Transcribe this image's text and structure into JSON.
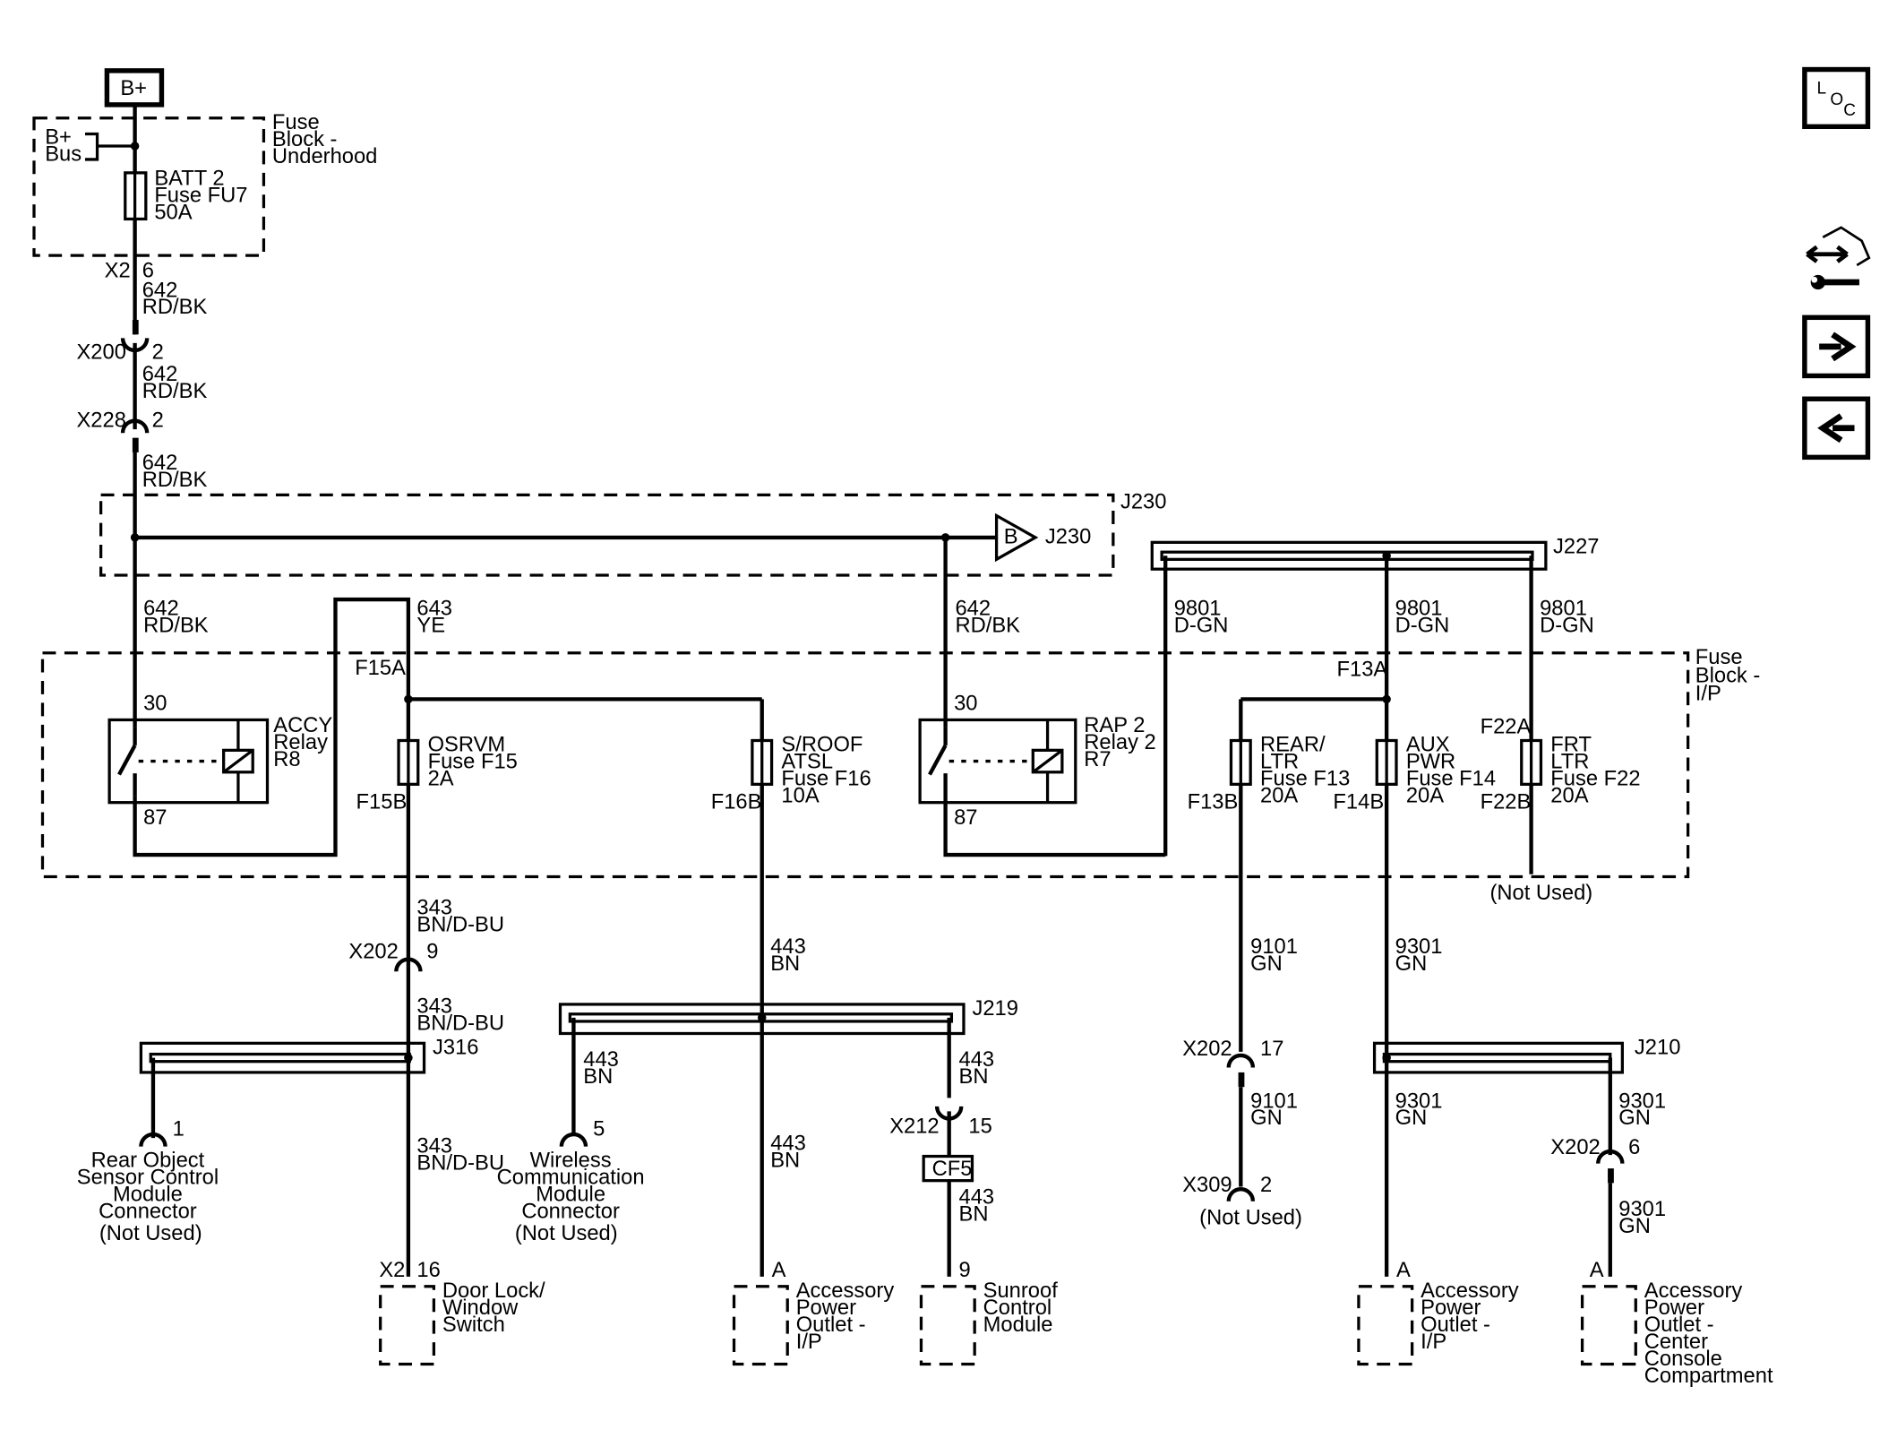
{
  "power": {
    "source": "B+",
    "bus_label": [
      "B+",
      "Bus"
    ]
  },
  "fuse_block_underhood": {
    "label": [
      "Fuse",
      "Block -",
      "Underhood"
    ]
  },
  "fuse_batt2": {
    "text": [
      "BATT 2",
      "Fuse FU7",
      "50A"
    ]
  },
  "connector_x2_top": {
    "name": "X2",
    "pin": "6"
  },
  "wire_642": [
    "642",
    "RD/BK"
  ],
  "connector_x200": {
    "name": "X200",
    "pin": "2"
  },
  "connector_x228": {
    "name": "X228",
    "pin": "2"
  },
  "splice_j230": {
    "name": "J230",
    "tag": "B",
    "ref": "J230"
  },
  "splice_j227": {
    "name": "J227"
  },
  "wire_643": [
    "643",
    "YE"
  ],
  "wire_9801": [
    "9801",
    "D-GN"
  ],
  "fuse_block_ip": {
    "label": [
      "Fuse",
      "Block -",
      "I/P"
    ]
  },
  "relay_accy": {
    "text": [
      "ACCY",
      "Relay",
      "R8"
    ],
    "pin_in": "30",
    "pin_out": "87"
  },
  "relay_rap2": {
    "text": [
      "RAP 2",
      "Relay 2",
      "R7"
    ],
    "pin_in": "30",
    "pin_out": "87"
  },
  "fuse_f15": {
    "top": "F15A",
    "bottom": "F15B",
    "text": [
      "OSRVM",
      "Fuse F15",
      "2A"
    ]
  },
  "fuse_f16": {
    "bottom": "F16B",
    "text": [
      "S/ROOF",
      "ATSL",
      "Fuse F16",
      "10A"
    ]
  },
  "fuse_f13": {
    "top": "F13A",
    "bottom": "F13B",
    "text": [
      "REAR/",
      "LTR",
      "Fuse F13",
      "20A"
    ]
  },
  "fuse_f14": {
    "bottom": "F14B",
    "text": [
      "AUX",
      "PWR",
      "Fuse F14",
      "20A"
    ]
  },
  "fuse_f22": {
    "top": "F22A",
    "bottom": "F22B",
    "text": [
      "FRT",
      "LTR",
      "Fuse F22",
      "20A"
    ]
  },
  "not_used": "(Not Used)",
  "wire_343": [
    "343",
    "BN/D-BU"
  ],
  "wire_443": [
    "443",
    "BN"
  ],
  "wire_9101": [
    "9101",
    "GN"
  ],
  "wire_9301": [
    "9301",
    "GN"
  ],
  "connector_x202_a": {
    "name": "X202",
    "pin": "9"
  },
  "connector_x202_b": {
    "name": "X202",
    "pin": "17"
  },
  "connector_x202_c": {
    "name": "X202",
    "pin": "6"
  },
  "connector_x309": {
    "name": "X309",
    "pin": "2"
  },
  "connector_x212": {
    "name": "X212",
    "pin": "15"
  },
  "connector_x2_bottom": {
    "name": "X2",
    "pin": "16"
  },
  "inline_cf5": "CF5",
  "splice_j316": "J316",
  "splice_j219": "J219",
  "splice_j210": "J210",
  "comp_rear_object": {
    "pin": "1",
    "text": [
      "Rear Object",
      "Sensor Control",
      "Module",
      "Connector",
      "(Not Used)"
    ]
  },
  "comp_wireless": {
    "pin": "5",
    "text": [
      "Wireless",
      "Communication",
      "Module",
      "Connector",
      "(Not Used)"
    ]
  },
  "comp_door_lock": {
    "text": [
      "Door Lock/",
      "Window",
      "Switch"
    ]
  },
  "comp_apo_ip_1": {
    "pin": "A",
    "text": [
      "Accessory",
      "Power",
      "Outlet -",
      "I/P"
    ]
  },
  "comp_sunroof": {
    "pin": "9",
    "text": [
      "Sunroof",
      "Control",
      "Module"
    ]
  },
  "comp_apo_ip_2": {
    "pin": "A",
    "text": [
      "Accessory",
      "Power",
      "Outlet -",
      "I/P"
    ]
  },
  "comp_apo_console": {
    "pin": "A",
    "text": [
      "Accessory",
      "Power",
      "Outlet -",
      "Center",
      "Console",
      "Compartment"
    ]
  },
  "nav": {
    "loc_letters": [
      "L",
      "O",
      "C"
    ],
    "icons": [
      "component-locator-icon",
      "service-info-icon",
      "next-page-icon",
      "previous-page-icon"
    ]
  }
}
